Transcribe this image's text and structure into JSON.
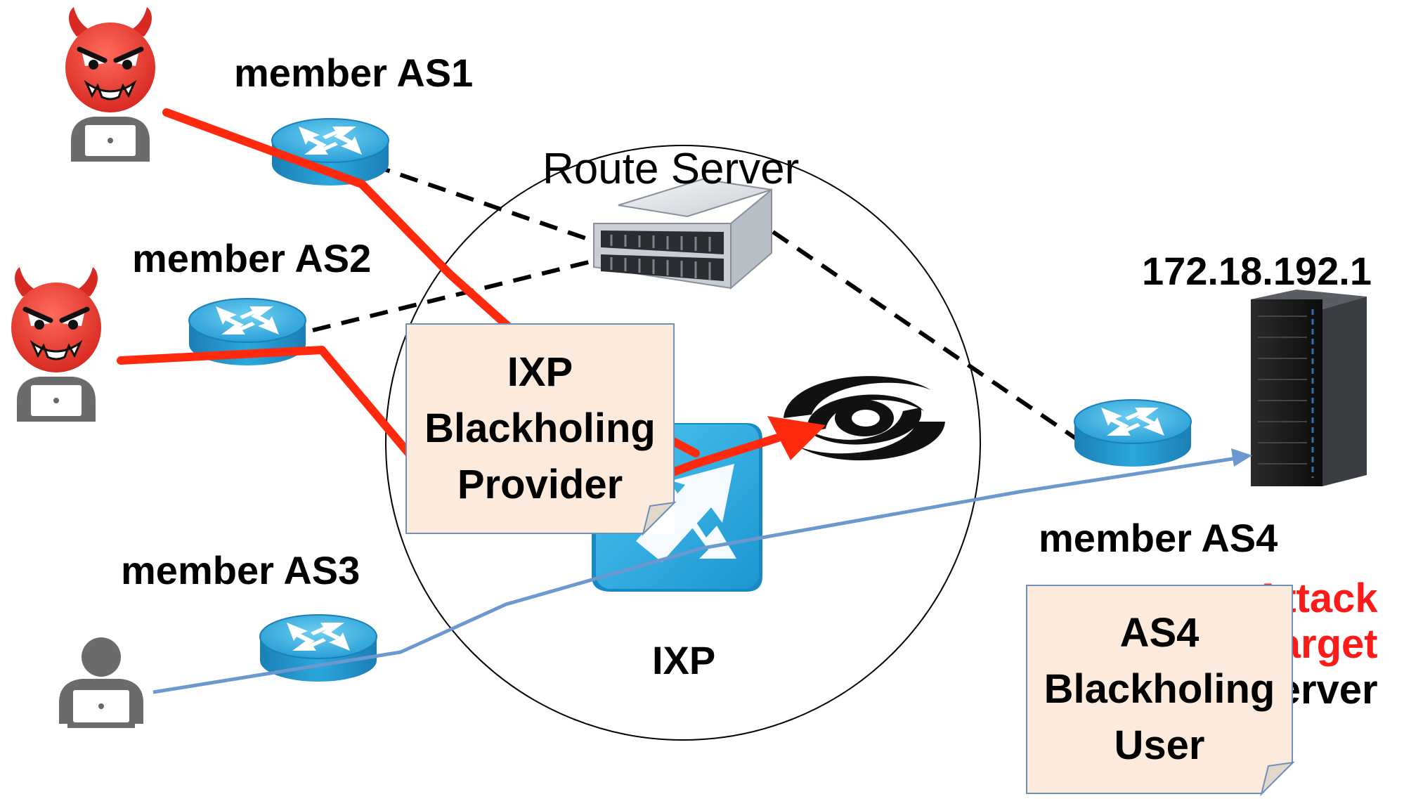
{
  "labels": {
    "member_as1": "member AS1",
    "member_as2": "member AS2",
    "member_as3": "member AS3",
    "member_as4": "member AS4",
    "route_server": "Route Server",
    "ixp": "IXP",
    "target_ip": "172.18.192.1",
    "attack_target_line1": "Attack",
    "attack_target_line2": "Target",
    "attack_target_line3": "Server"
  },
  "notes": {
    "ixp_provider": [
      "IXP",
      "Blackholing",
      "Provider"
    ],
    "as4_user": [
      "AS4",
      "Blackholing",
      "User"
    ]
  },
  "colors": {
    "attack_path": "#ff2a0d",
    "legit_path": "#6a98cf",
    "bgp_session": "#000000",
    "router": "#2aa7dc",
    "note_fill": "#fcebdd",
    "attack_text": "#ff1a1a",
    "attacker_face": "#ee3b33"
  },
  "icons": [
    "devil-attacker-icon",
    "benign-user-icon",
    "router-icon",
    "route-server-icon",
    "ixp-switch-icon",
    "blackhole-icon",
    "target-server-icon"
  ]
}
